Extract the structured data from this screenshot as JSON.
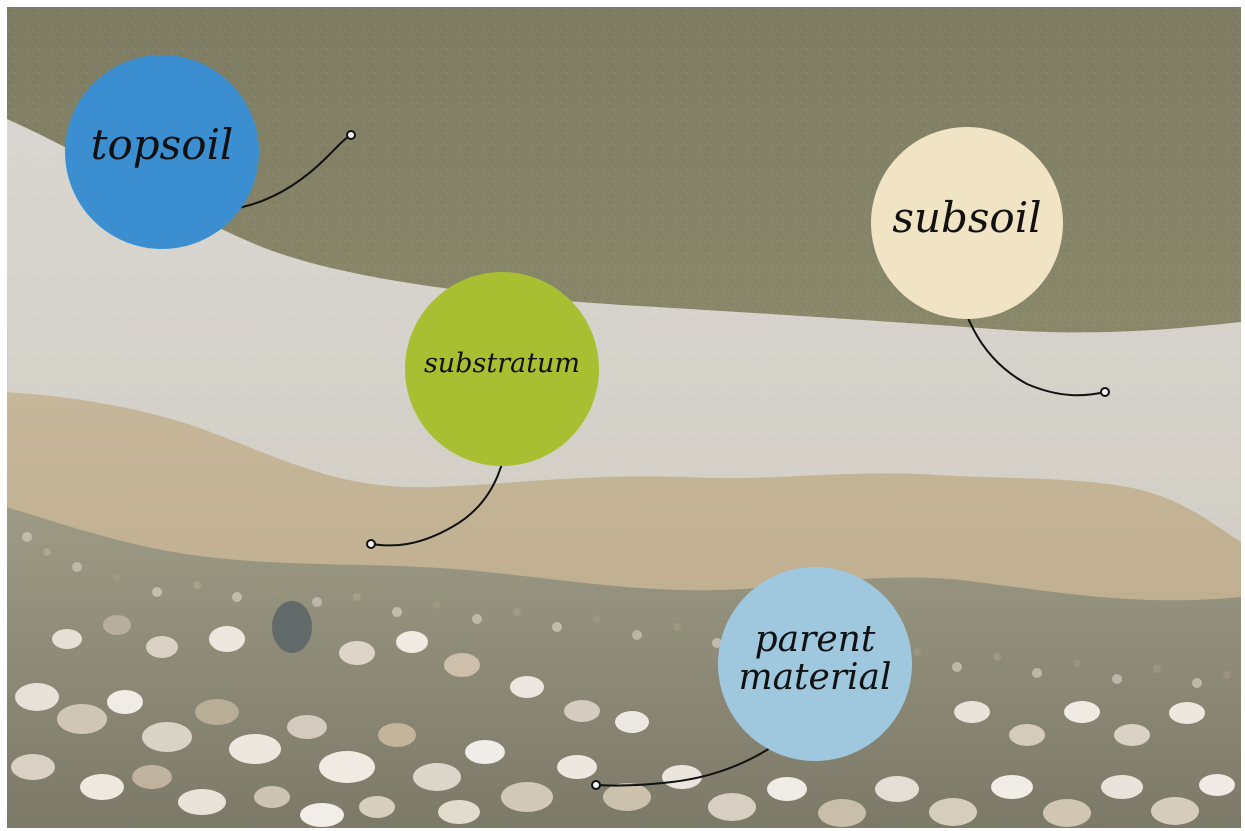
{
  "labels": {
    "topsoil": "topsoil",
    "subsoil": "subsoil",
    "substratum": "substratum",
    "parent_material": "parent\nmaterial"
  },
  "colors": {
    "topsoil": "#3b8fd1",
    "subsoil": "#f1e4c4",
    "substratum": "#a9bf32",
    "parent_material": "#9fc8df"
  }
}
